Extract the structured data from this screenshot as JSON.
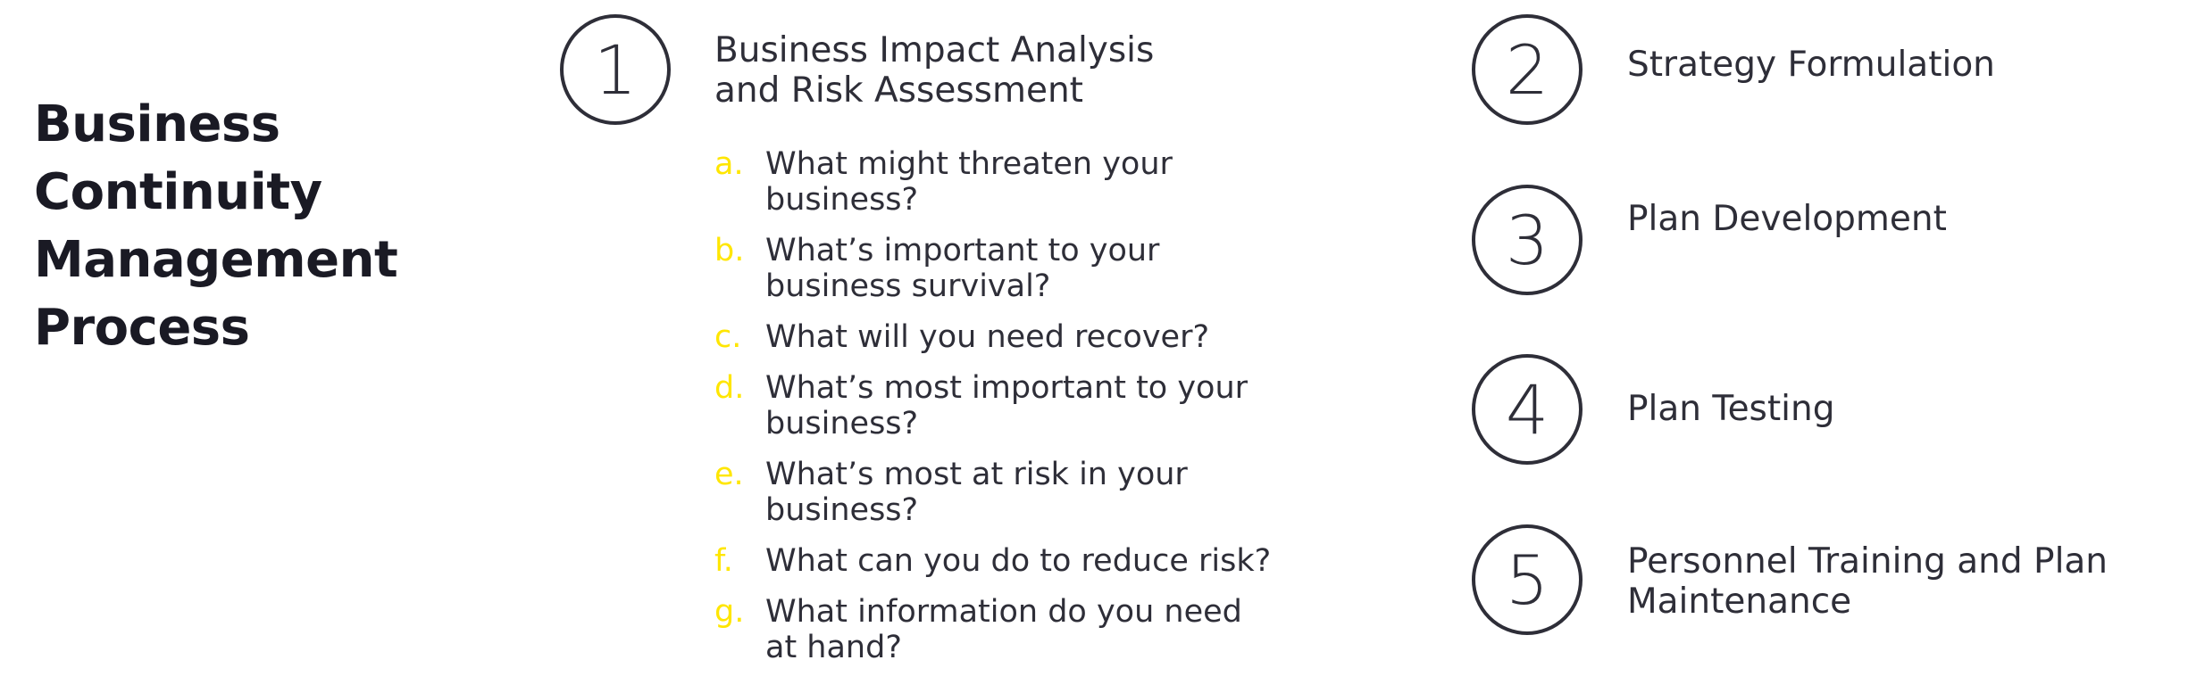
{
  "title": {
    "lines": [
      "Business",
      "Continuity",
      "Management",
      "Process"
    ]
  },
  "steps": [
    {
      "number": "1",
      "label": "Business Impact Analysis and Risk Assessment"
    },
    {
      "number": "2",
      "label": "Strategy Formulation"
    },
    {
      "number": "3",
      "label": "Plan Development"
    },
    {
      "number": "4",
      "label": "Plan Testing"
    },
    {
      "number": "5",
      "label": "Personnel Training and Plan Maintenance"
    }
  ],
  "questions": [
    {
      "letter": "a.",
      "text": "What might threaten your business?"
    },
    {
      "letter": "b.",
      "text": "What’s important to your business survival?"
    },
    {
      "letter": "c.",
      "text": "What will you need recover?"
    },
    {
      "letter": "d.",
      "text": "What’s most important to your business?"
    },
    {
      "letter": "e.",
      "text": "What’s most at risk in your business?"
    },
    {
      "letter": "f.",
      "text": "What can you do to reduce risk?"
    },
    {
      "letter": "g.",
      "text": "What information do you need at hand?"
    }
  ],
  "colors": {
    "accent_letters": "#ffe600",
    "text": "#2e2e38",
    "circle_stroke": "#2e2e38"
  }
}
